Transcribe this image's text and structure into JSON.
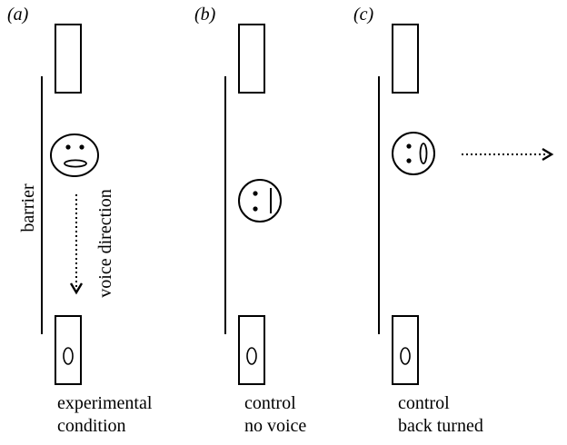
{
  "panels": [
    {
      "id": "a",
      "label": "(a)",
      "caption_line1": "experimental",
      "caption_line2": "condition",
      "barrier_label": "barrier",
      "annotation": "voice direction"
    },
    {
      "id": "b",
      "label": "(b)",
      "caption_line1": "control",
      "caption_line2": "no voice"
    },
    {
      "id": "c",
      "label": "(c)",
      "caption_line1": "control",
      "caption_line2": "back turned"
    }
  ]
}
